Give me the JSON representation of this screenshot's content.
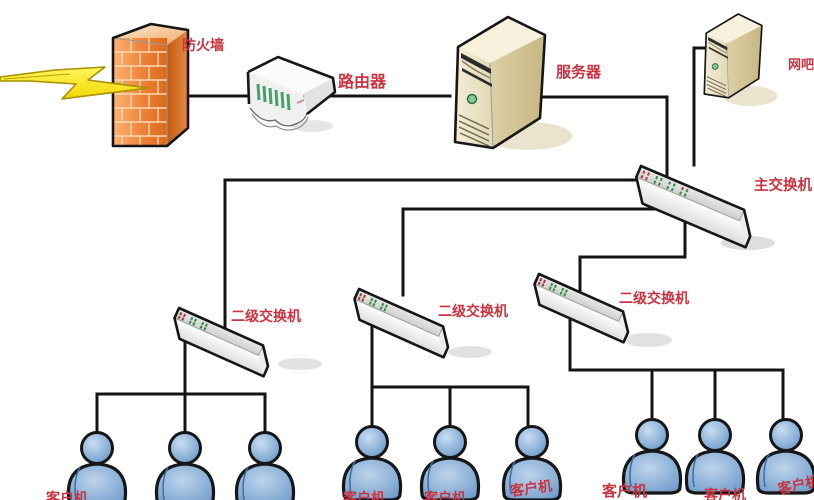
{
  "labels": {
    "firewall": "防火墙",
    "router": "路由器",
    "server": "服务器",
    "internet_cafe": "网吧",
    "main_switch": "主交换机",
    "secondary_switch": "二级交换机",
    "client": "客户机"
  },
  "colors": {
    "background": "#FFFFFF",
    "label_red": "#CC3340",
    "wire_black": "#141414",
    "firewall_orange": "#E8782A",
    "lightning_yellow": "#FFEE3C",
    "tower_beige": "#E8DFC0",
    "switch_gray": "#EFEFEF",
    "client_blue": "#6F9FD0",
    "led_green": "#2F8F3F",
    "led_red": "#B03838",
    "router_port_green": "#3FA567"
  },
  "nodes": [
    {
      "id": "internet-lightning",
      "type": "lightning-bolt",
      "label": ""
    },
    {
      "id": "firewall",
      "type": "firewall-brick-wall",
      "label": "防火墙"
    },
    {
      "id": "router",
      "type": "router",
      "label": "路由器"
    },
    {
      "id": "server",
      "type": "server-tower",
      "label": "服务器"
    },
    {
      "id": "internet-cafe-pc",
      "type": "pc-tower",
      "label": "网吧"
    },
    {
      "id": "main-switch",
      "type": "switch",
      "label": "主交换机"
    },
    {
      "id": "secondary-switch-1",
      "type": "switch",
      "label": "二级交换机"
    },
    {
      "id": "secondary-switch-2",
      "type": "switch",
      "label": "二级交换机"
    },
    {
      "id": "secondary-switch-3",
      "type": "switch",
      "label": "二级交换机"
    },
    {
      "id": "client-group-left",
      "type": "clients",
      "label": "客户机",
      "count": 3
    },
    {
      "id": "client-group-middle",
      "type": "clients",
      "label": "客户机",
      "count": 3
    },
    {
      "id": "client-group-right",
      "type": "clients",
      "label": "客户机",
      "count": 3
    }
  ],
  "connections": [
    [
      "internet-lightning",
      "firewall"
    ],
    [
      "firewall",
      "router"
    ],
    [
      "router",
      "server"
    ],
    [
      "server",
      "main-switch"
    ],
    [
      "internet-cafe-pc",
      "main-switch"
    ],
    [
      "main-switch",
      "secondary-switch-1"
    ],
    [
      "main-switch",
      "secondary-switch-2"
    ],
    [
      "main-switch",
      "secondary-switch-3"
    ],
    [
      "secondary-switch-1",
      "client-group-left"
    ],
    [
      "secondary-switch-2",
      "client-group-middle"
    ],
    [
      "secondary-switch-3",
      "client-group-right"
    ]
  ]
}
